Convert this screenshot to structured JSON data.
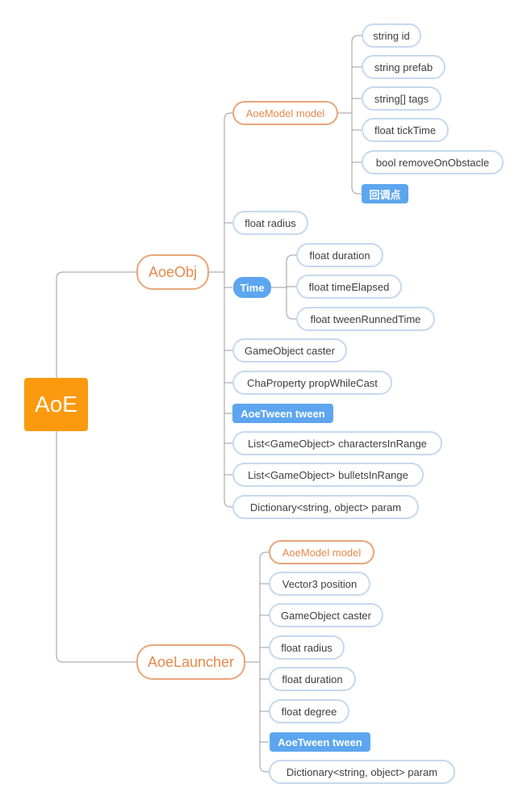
{
  "root": {
    "label": "AoE"
  },
  "aoeobj": {
    "label": "AoeObj",
    "model": {
      "label": "AoeModel model",
      "children": [
        "string id",
        "string prefab",
        "string[] tags",
        "float tickTime",
        "bool removeOnObstacle",
        "回调点"
      ]
    },
    "radius": "float radius",
    "time": {
      "label": "Time",
      "children": [
        "float duration",
        "float timeElapsed",
        "float tweenRunnedTime"
      ]
    },
    "caster": "GameObject caster",
    "prop": "ChaProperty propWhileCast",
    "tween": "AoeTween tween",
    "chars": "List<GameObject> charactersInRange",
    "bullets": "List<GameObject> bulletsInRange",
    "param": "Dictionary<string, object> param"
  },
  "launcher": {
    "label": "AoeLauncher",
    "children": [
      "AoeModel model",
      "Vector3 position",
      "GameObject caster",
      "float radius",
      "float duration",
      "float degree",
      "AoeTween tween",
      "Dictionary<string, object> param"
    ]
  },
  "colors": {
    "root": "#fb9a0e",
    "orange_border": "#e7a67a",
    "orange_text": "#e58a4b",
    "leaf_border": "#c5d9ef",
    "highlight": "#5da6ef",
    "connector": "#9e9e9e"
  }
}
